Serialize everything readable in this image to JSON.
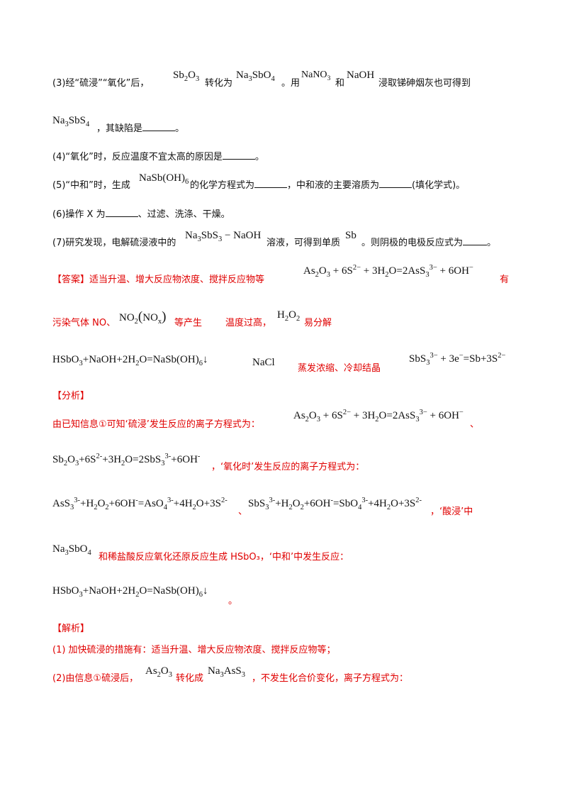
{
  "q3": {
    "prefix": "(3)经“硫浸”“氧化”后，",
    "t1": "转化为",
    "t2": "。用",
    "t3": "和",
    "t4": "浸取锑砷烟灰也可得到",
    "line2": "，其缺陷是",
    "end": "。"
  },
  "q4": {
    "text": "(4)“氧化”时，反应温度不宜太高的原因是",
    "end": "。"
  },
  "q5": {
    "a": "(5)“中和”时，生成",
    "b": "的化学方程式为",
    "c": "，中和液的主要溶质为",
    "d": "(填化学式)。"
  },
  "q6": {
    "a": "(6)操作 X 为",
    "b": "、过滤、洗涤、干燥。"
  },
  "q7": {
    "a": "(7)研究发现，电解硫浸液中的",
    "b": "溶液，可得到单质",
    "c": "。则阴极的电极反应式为",
    "d": "。"
  },
  "answer": {
    "label": "【答案】",
    "a1": "适当升温、增大反应物浓度、搅拌反应物等",
    "a2_tail": "有",
    "a2_line2": "污染气体 NO、",
    "a2_line2b": "等产生",
    "a3": "温度过高，",
    "a3b": "易分解",
    "a5_solute": "NaCl",
    "a6": "蒸发浓缩、冷却结晶"
  },
  "analysis": {
    "label": "【分析】",
    "l1": "由已知信息①可知‘硫浸’发生反应的离子方程式为：",
    "sep": "、",
    "l2b": "，‘氧化时’发生反应的离子方程式为：",
    "sep2": "、",
    "l3b": "，‘酸浸’中",
    "l4b": "和稀盐酸反应氧化还原反应生成 HSbO₃，‘中和’中发生反应：",
    "end": "。"
  },
  "solution": {
    "label": "【解析】",
    "s1": "(1) 加快硫浸的措施有：适当升温、增大反应物浓度、搅拌反应物等；",
    "s2a": "(2)由信息①硫浸后，",
    "s2b": "转化成",
    "s2c": "，不发生化合价变化，离子方程式为："
  },
  "colors": {
    "answer_text": "#e00000",
    "body_text": "#111111"
  }
}
